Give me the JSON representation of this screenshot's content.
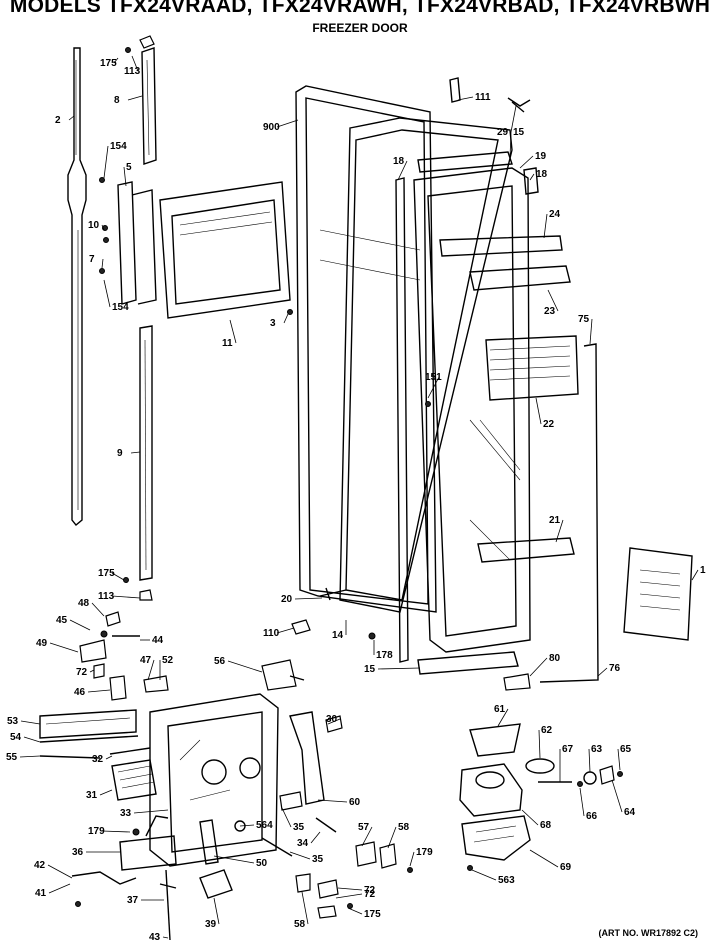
{
  "header": {
    "title": "MODELS TFX24VRAAD, TFX24VRAWH, TFX24VRBAD, TFX24VRBWH",
    "subtitle": "FREEZER DOOR"
  },
  "footer": {
    "art_number": "(ART NO. WR17892 C2)"
  },
  "callouts": [
    "175",
    "113",
    "8",
    "2",
    "154",
    "5",
    "10",
    "7",
    "154",
    "9",
    "175",
    "113",
    "900",
    "11",
    "3",
    "111",
    "29",
    "15",
    "18",
    "19",
    "18",
    "24",
    "23",
    "75",
    "151",
    "22",
    "21",
    "20",
    "110",
    "14",
    "178",
    "15",
    "80",
    "76",
    "1",
    "48",
    "45",
    "44",
    "49",
    "72",
    "46",
    "47",
    "52",
    "56",
    "53",
    "54",
    "55",
    "32",
    "30",
    "31",
    "33",
    "60",
    "179",
    "36",
    "42",
    "41",
    "37",
    "43",
    "564",
    "50",
    "35",
    "34",
    "35",
    "39",
    "57",
    "58",
    "179",
    "72",
    "175",
    "72",
    "58",
    "61",
    "62",
    "67",
    "63",
    "65",
    "66",
    "64",
    "68",
    "69",
    "563"
  ]
}
